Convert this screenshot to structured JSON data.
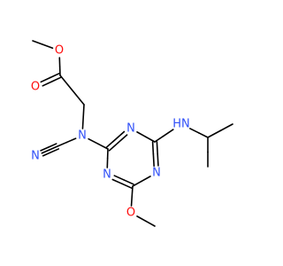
{
  "molecule": {
    "atoms": [
      {
        "id": "C1",
        "element": "C",
        "label": ""
      },
      {
        "id": "O1",
        "element": "O",
        "label": "O"
      },
      {
        "id": "C2",
        "element": "C",
        "label": ""
      },
      {
        "id": "O2",
        "element": "O",
        "label": "O"
      },
      {
        "id": "C3",
        "element": "C",
        "label": ""
      },
      {
        "id": "N1",
        "element": "N",
        "label": "N"
      },
      {
        "id": "C4",
        "element": "C",
        "label": ""
      },
      {
        "id": "N2",
        "element": "N",
        "label": "N"
      },
      {
        "id": "C5",
        "element": "C",
        "label": ""
      },
      {
        "id": "N3",
        "element": "N",
        "label": "N"
      },
      {
        "id": "C6",
        "element": "C",
        "label": ""
      },
      {
        "id": "N4",
        "element": "N",
        "label": "N"
      },
      {
        "id": "C7",
        "element": "C",
        "label": ""
      },
      {
        "id": "N5",
        "element": "N",
        "label": "N"
      },
      {
        "id": "N6",
        "element": "N",
        "label": "HN"
      },
      {
        "id": "C8",
        "element": "C",
        "label": ""
      },
      {
        "id": "C9",
        "element": "C",
        "label": ""
      },
      {
        "id": "C10",
        "element": "C",
        "label": ""
      },
      {
        "id": "O3",
        "element": "O",
        "label": "O"
      },
      {
        "id": "C11",
        "element": "C",
        "label": ""
      }
    ],
    "bonds": [
      {
        "a": "C1",
        "b": "O1",
        "order": 1
      },
      {
        "a": "O1",
        "b": "C2",
        "order": 1
      },
      {
        "a": "C2",
        "b": "O2",
        "order": 2
      },
      {
        "a": "C2",
        "b": "C3",
        "order": 1
      },
      {
        "a": "C3",
        "b": "N1",
        "order": 1
      },
      {
        "a": "N1",
        "b": "C4",
        "order": 1
      },
      {
        "a": "C4",
        "b": "N2",
        "order": 3
      },
      {
        "a": "N1",
        "b": "C5",
        "order": 1
      },
      {
        "a": "C5",
        "b": "N3",
        "order": 2
      },
      {
        "a": "N3",
        "b": "C6",
        "order": 1
      },
      {
        "a": "C6",
        "b": "N4",
        "order": 2
      },
      {
        "a": "N4",
        "b": "C7",
        "order": 1
      },
      {
        "a": "C7",
        "b": "N5",
        "order": 2
      },
      {
        "a": "N5",
        "b": "C5",
        "order": 1
      },
      {
        "a": "C6",
        "b": "N6",
        "order": 1
      },
      {
        "a": "N6",
        "b": "C8",
        "order": 1
      },
      {
        "a": "C8",
        "b": "C9",
        "order": 1
      },
      {
        "a": "C8",
        "b": "C10",
        "order": 1
      },
      {
        "a": "C7",
        "b": "O3",
        "order": 1
      },
      {
        "a": "O3",
        "b": "C11",
        "order": 1
      }
    ],
    "colors": {
      "C": "#000000",
      "O": "#ff0d0d",
      "N": "#3050f8"
    }
  }
}
